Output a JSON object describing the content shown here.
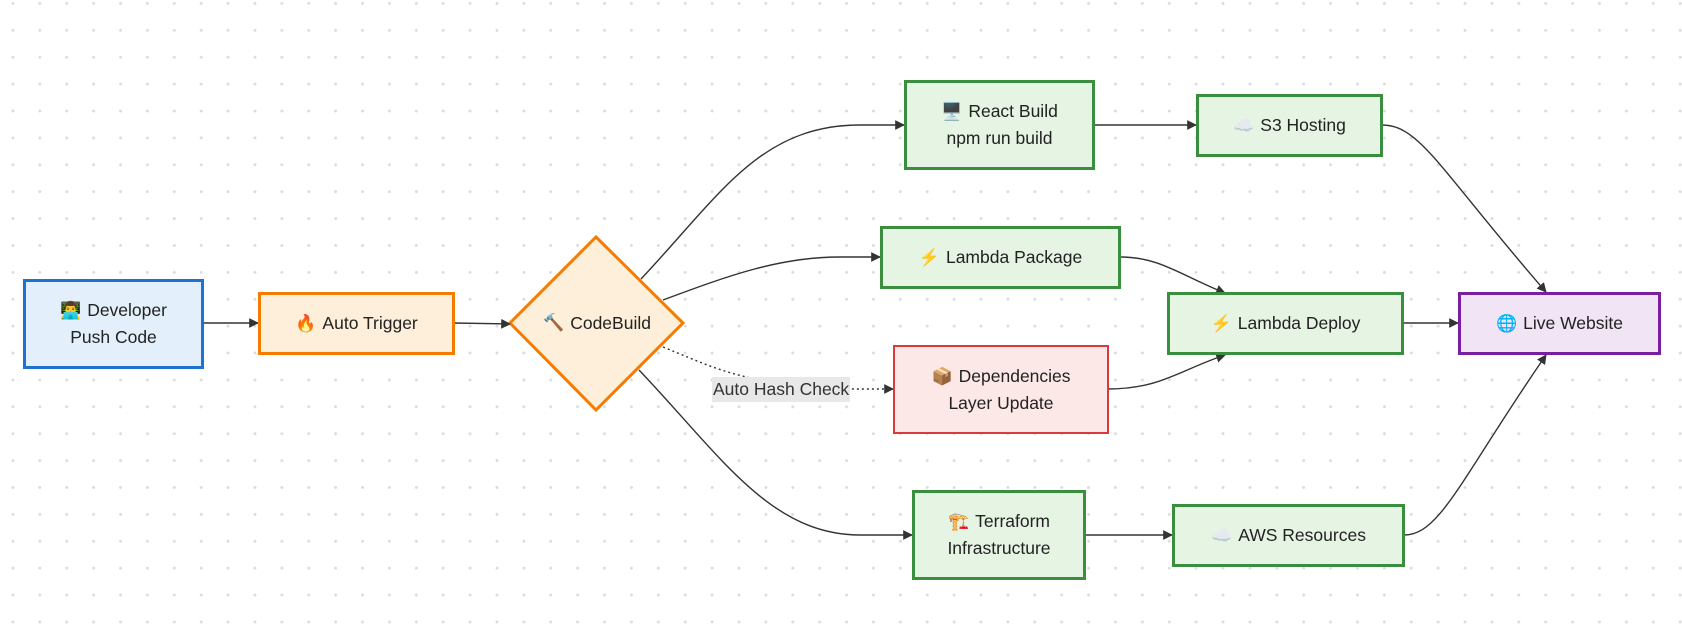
{
  "diagram": {
    "nodes": {
      "developer": {
        "icon": "developer-icon",
        "glyph": "👨‍💻",
        "line1": "Developer",
        "line2": "Push Code",
        "color": "#1e73d2"
      },
      "auto_trigger": {
        "icon": "fire-icon",
        "glyph": "🔥",
        "line1": "Auto Trigger",
        "color": "#f57c00"
      },
      "codebuild": {
        "icon": "hammer-icon",
        "glyph": "🔨",
        "line1": "CodeBuild",
        "color": "#f57c00"
      },
      "react_build": {
        "icon": "desktop-icon",
        "glyph": "🖥️",
        "line1": "React Build",
        "line2": "npm run build",
        "color": "#3a8f3e"
      },
      "s3_hosting": {
        "icon": "cloud-icon",
        "glyph": "☁️",
        "line1": "S3 Hosting",
        "color": "#3a8f3e"
      },
      "lambda_package": {
        "icon": "lightning-icon",
        "glyph": "⚡",
        "line1": "Lambda Package",
        "color": "#3a8f3e"
      },
      "lambda_deploy": {
        "icon": "lightning-icon",
        "glyph": "⚡",
        "line1": "Lambda Deploy",
        "color": "#3a8f3e"
      },
      "dependencies": {
        "icon": "package-icon",
        "glyph": "📦",
        "line1": "Dependencies",
        "line2": "Layer Update",
        "color": "#d93a3a"
      },
      "terraform": {
        "icon": "crane-icon",
        "glyph": "🏗️",
        "line1": "Terraform",
        "line2": "Infrastructure",
        "color": "#3a8f3e"
      },
      "aws_resources": {
        "icon": "cloud-icon",
        "glyph": "☁️",
        "line1": "AWS Resources",
        "color": "#3a8f3e"
      },
      "live_website": {
        "icon": "globe-icon",
        "glyph": "🌐",
        "line1": "Live Website",
        "color": "#7b1fa2"
      }
    },
    "edges": [
      {
        "from": "developer",
        "to": "auto_trigger",
        "style": "solid"
      },
      {
        "from": "auto_trigger",
        "to": "codebuild",
        "style": "solid"
      },
      {
        "from": "codebuild",
        "to": "react_build",
        "style": "solid"
      },
      {
        "from": "codebuild",
        "to": "lambda_package",
        "style": "solid"
      },
      {
        "from": "codebuild",
        "to": "dependencies",
        "style": "dotted",
        "label": "Auto Hash Check"
      },
      {
        "from": "codebuild",
        "to": "terraform",
        "style": "solid"
      },
      {
        "from": "react_build",
        "to": "s3_hosting",
        "style": "solid"
      },
      {
        "from": "lambda_package",
        "to": "lambda_deploy",
        "style": "solid"
      },
      {
        "from": "dependencies",
        "to": "lambda_deploy",
        "style": "solid"
      },
      {
        "from": "terraform",
        "to": "aws_resources",
        "style": "solid"
      },
      {
        "from": "s3_hosting",
        "to": "live_website",
        "style": "solid"
      },
      {
        "from": "lambda_deploy",
        "to": "live_website",
        "style": "solid"
      },
      {
        "from": "aws_resources",
        "to": "live_website",
        "style": "solid"
      }
    ],
    "edge_label_hash_check": "Auto Hash Check",
    "edge_color": "#333333"
  }
}
